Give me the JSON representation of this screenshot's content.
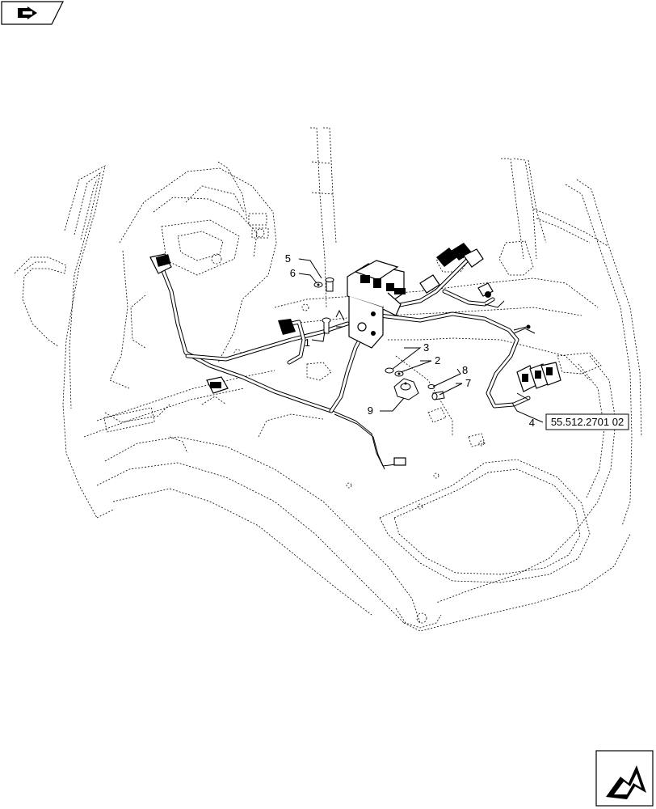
{
  "nav": {
    "top_icon": "book-arrow-icon",
    "bottom_icon": "next-page-arrow-icon"
  },
  "callouts": [
    {
      "id": "c1",
      "label": "1"
    },
    {
      "id": "c2",
      "label": "2"
    },
    {
      "id": "c3",
      "label": "3"
    },
    {
      "id": "c4",
      "label": "4"
    },
    {
      "id": "c5",
      "label": "5"
    },
    {
      "id": "c6",
      "label": "6"
    },
    {
      "id": "c7",
      "label": "7"
    },
    {
      "id": "c8",
      "label": "8"
    },
    {
      "id": "c9",
      "label": "9"
    }
  ],
  "reference": {
    "label": "55.512.2701 02"
  }
}
